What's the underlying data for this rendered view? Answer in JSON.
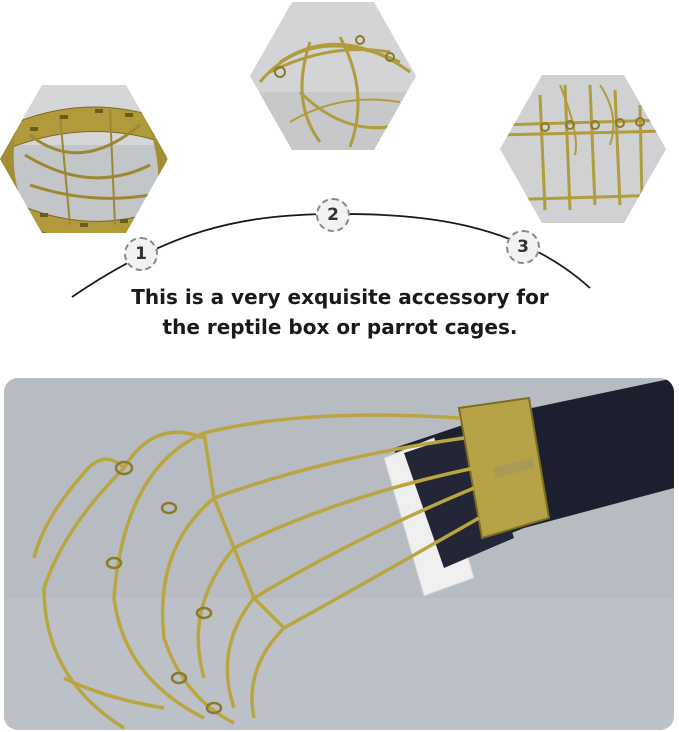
{
  "steps": [
    {
      "number": "1"
    },
    {
      "number": "2"
    },
    {
      "number": "3"
    }
  ],
  "caption": {
    "line1": "This is a very exquisite accessory for",
    "line2": "the reptile box or parrot cages."
  },
  "colors": {
    "wire": "#b8a545",
    "wire_dark": "#8a7a2a",
    "photo_bg": "#b9bec5",
    "socket_black": "#1c1f2e",
    "socket_white": "#f0f0f0",
    "badge_border": "#888888"
  }
}
